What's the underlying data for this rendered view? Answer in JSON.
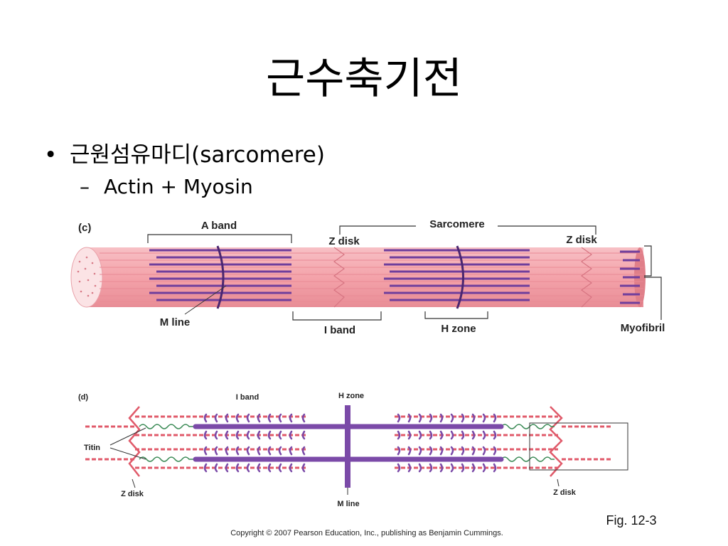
{
  "slide": {
    "title": "근수축기전",
    "bullet_symbol": "•",
    "bullet1": "근원섬유마디(sarcomere)",
    "sub_symbol": "–",
    "sub_bullet": "Actin + Myosin"
  },
  "figure": {
    "panel_c": {
      "tag": "(c)",
      "a_band": "A band",
      "sarcomere": "Sarcomere",
      "z_disk_left": "Z disk",
      "z_disk_right": "Z disk",
      "m_line": "M line",
      "i_band": "I band",
      "h_zone": "H zone",
      "myofibril": "Myofibril"
    },
    "panel_d": {
      "tag": "(d)",
      "i_band": "I band",
      "h_zone": "H zone",
      "titin": "Titin",
      "z_disk_left": "Z disk",
      "z_disk_right": "Z disk",
      "m_line": "M line"
    },
    "fig_label": "Fig. 12-3",
    "copyright": "Copyright © 2007 Pearson Education, Inc., publishing as Benjamin Cummings."
  },
  "colors": {
    "fibril_pink": "#f4a3aa",
    "actin_red": "#e05a6a",
    "myosin_purple": "#7b4aa8",
    "titin_green": "#3a8a55"
  }
}
